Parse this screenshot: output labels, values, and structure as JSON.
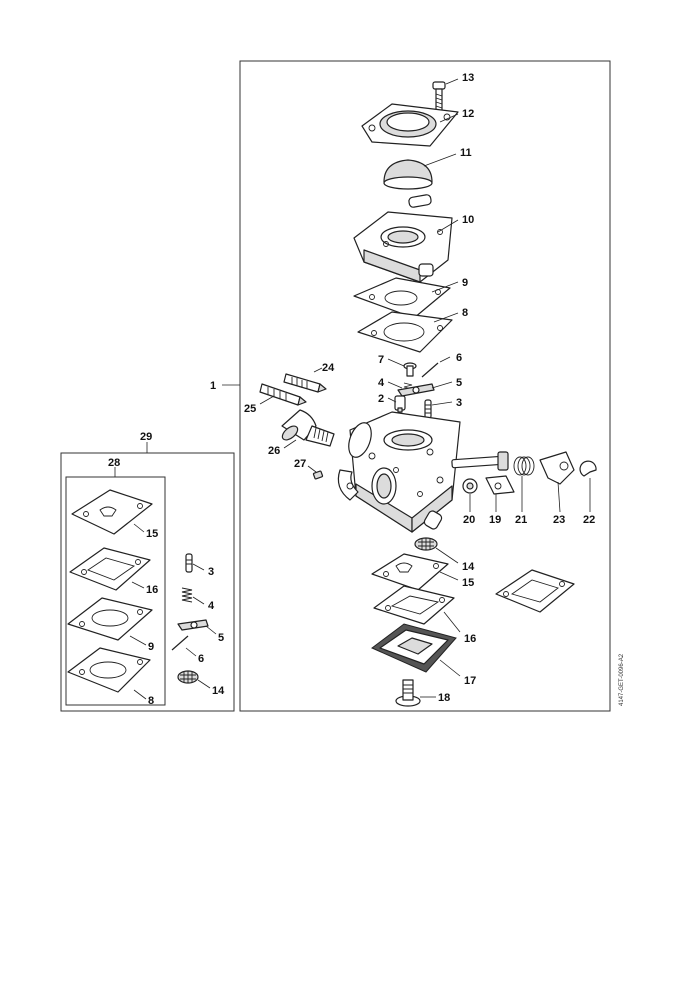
{
  "doc_ref": "4147-GET-0096-A2",
  "callouts": {
    "c1": "1",
    "c2": "2",
    "c3": "3",
    "c4": "4",
    "c5": "5",
    "c6": "6",
    "c7": "7",
    "c8": "8",
    "c9": "9",
    "c10": "10",
    "c11": "11",
    "c12": "12",
    "c13": "13",
    "c14": "14",
    "c15": "15",
    "c16": "16",
    "c17": "17",
    "c18": "18",
    "c19": "19",
    "c20": "20",
    "c21": "21",
    "c22": "22",
    "c23": "23",
    "c24": "24",
    "c25": "25",
    "c26": "26",
    "c27": "27",
    "c28": "28",
    "c29": "29"
  },
  "kit_callouts": {
    "k3": "3",
    "k4": "4",
    "k5": "5",
    "k6": "6",
    "k8": "8",
    "k9": "9",
    "k14": "14",
    "k15": "15",
    "k16": "16"
  }
}
